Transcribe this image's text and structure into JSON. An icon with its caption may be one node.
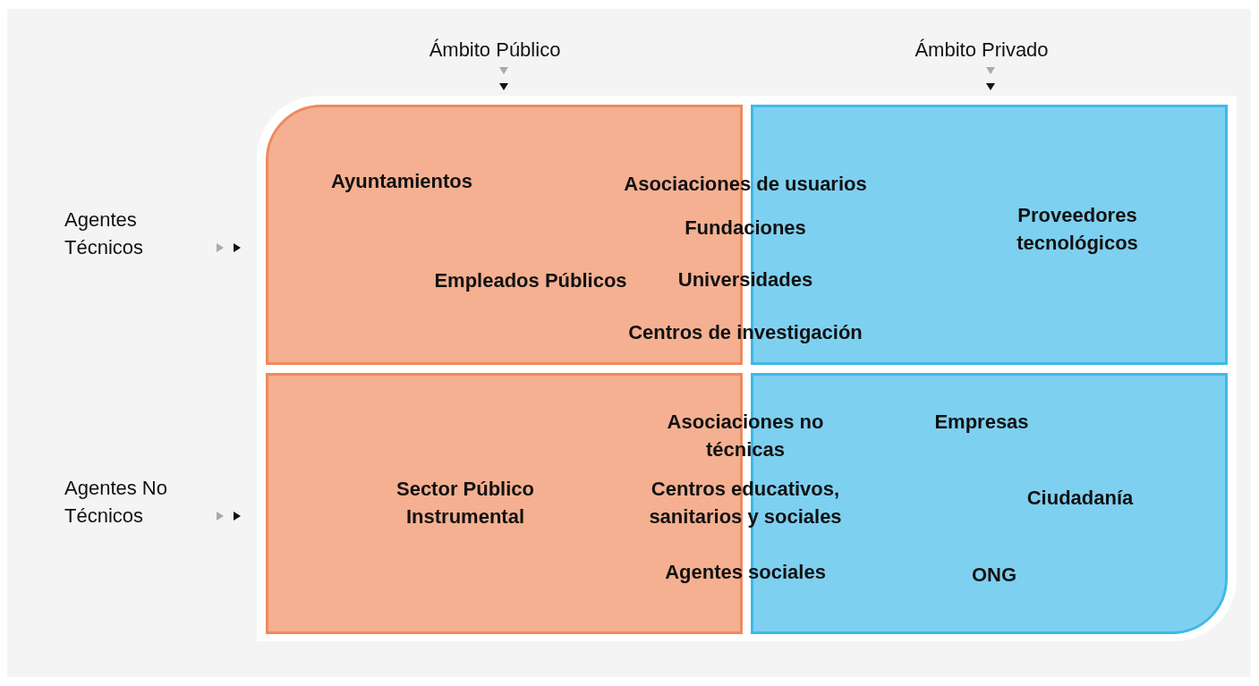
{
  "diagram": {
    "labels": [
      "Ámbito Público",
      "Ámbito Privado",
      "Agentes Técnicos",
      "Ayuntamientos",
      "Asociaciones de usuarios",
      "Proveedores tecnológicos",
      "Fundaciones",
      "Empleados Públicos",
      "Universidades",
      "Centros de investigación",
      "Agentes No Técnicos",
      "Asociaciones no técnicas",
      "Empresas",
      "Sector Público Instrumental",
      "Centros educativos, sanitarios y sociales",
      "Ciudadanía",
      "Agentes sociales",
      "ONG"
    ]
  }
}
